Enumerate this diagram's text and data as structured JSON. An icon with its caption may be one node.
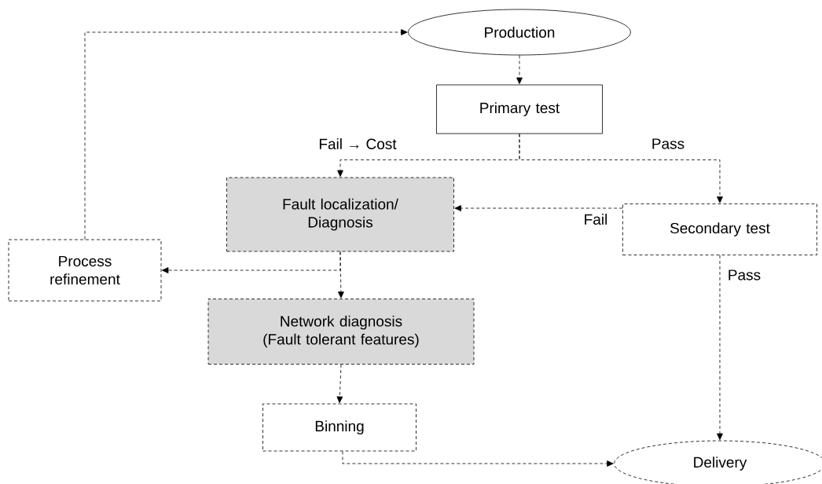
{
  "diagram": {
    "nodes": [
      {
        "text": [
          "Production"
        ]
      },
      {
        "text": [
          "Primary test"
        ]
      },
      {
        "text": [
          "Fault localization/ Diagnosis"
        ]
      },
      {
        "text": [
          "Secondary test"
        ]
      },
      {
        "text": [
          "Process refinement"
        ]
      },
      {
        "text": [
          "Network diagnosis (Fault tolerant features)"
        ]
      },
      {
        "text": [
          "Binning"
        ]
      },
      {
        "text": [
          "Delivery"
        ]
      }
    ],
    "edges": [
      {
        "from": 4,
        "to": 0,
        "arrow": "to"
      },
      {
        "from": 0,
        "to": 1,
        "arrow": "to"
      },
      {
        "from": 1,
        "to": 2,
        "arrow": "to",
        "label": "Fail → Cost"
      },
      {
        "from": 1,
        "to": 3,
        "arrow": "to",
        "label": "Pass"
      },
      {
        "from": 3,
        "to": 2,
        "arrow": "to",
        "label": "Fail"
      },
      {
        "from": 2,
        "to": 4,
        "arrow": "to"
      },
      {
        "from": 2,
        "to": 5,
        "arrow": "to"
      },
      {
        "from": 3,
        "to": 7,
        "arrow": "to",
        "label": "Pass"
      },
      {
        "from": 5,
        "to": 6,
        "arrow": "to"
      },
      {
        "from": 6,
        "to": 7,
        "arrow": "to"
      }
    ]
  }
}
